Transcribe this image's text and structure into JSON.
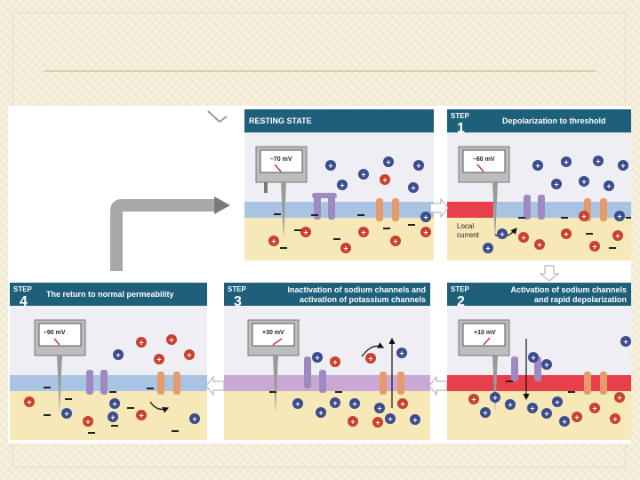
{
  "panels": {
    "resting": {
      "title": "RESTING STATE",
      "voltage": "–70 mV"
    },
    "step1": {
      "step_word": "STEP",
      "step_number": "1",
      "title": "Depolarization to threshold",
      "voltage": "–60 mV",
      "annotation_line1": "Local",
      "annotation_line2": "current"
    },
    "step2": {
      "step_word": "STEP",
      "step_number": "2",
      "title_line1": "Activation of sodium channels",
      "title_line2": "and rapid depolarization",
      "voltage": "+10 mV"
    },
    "step3": {
      "step_word": "STEP",
      "step_number": "3",
      "title_line1": "Inactivation of sodium channels and",
      "title_line2": "activation of potassium channels",
      "voltage": "+30 mV"
    },
    "step4": {
      "step_word": "STEP",
      "step_number": "4",
      "title": "The return to normal permeability",
      "voltage": "–90 mV"
    }
  },
  "colors": {
    "header_bg": "#1e5f7a",
    "extracellular": "#eeeef4",
    "intracellular": "#f7e8b8",
    "membrane_resting": "#a8c4e2",
    "membrane_depolarized": "#e8404a",
    "membrane_repolarizing": "#c9a8d6",
    "sodium_ion": "#c8402e",
    "cation_blue": "#3a4c8c",
    "sodium_channel": "#9e8ac0",
    "potassium_channel": "#e79a6a"
  },
  "icons": {
    "voltmeter": "voltmeter-icon",
    "flow_arrow": "flow-arrow-icon",
    "sodium_ion": "plus-ion-icon",
    "chloride_ion": "minus-ion-icon"
  }
}
